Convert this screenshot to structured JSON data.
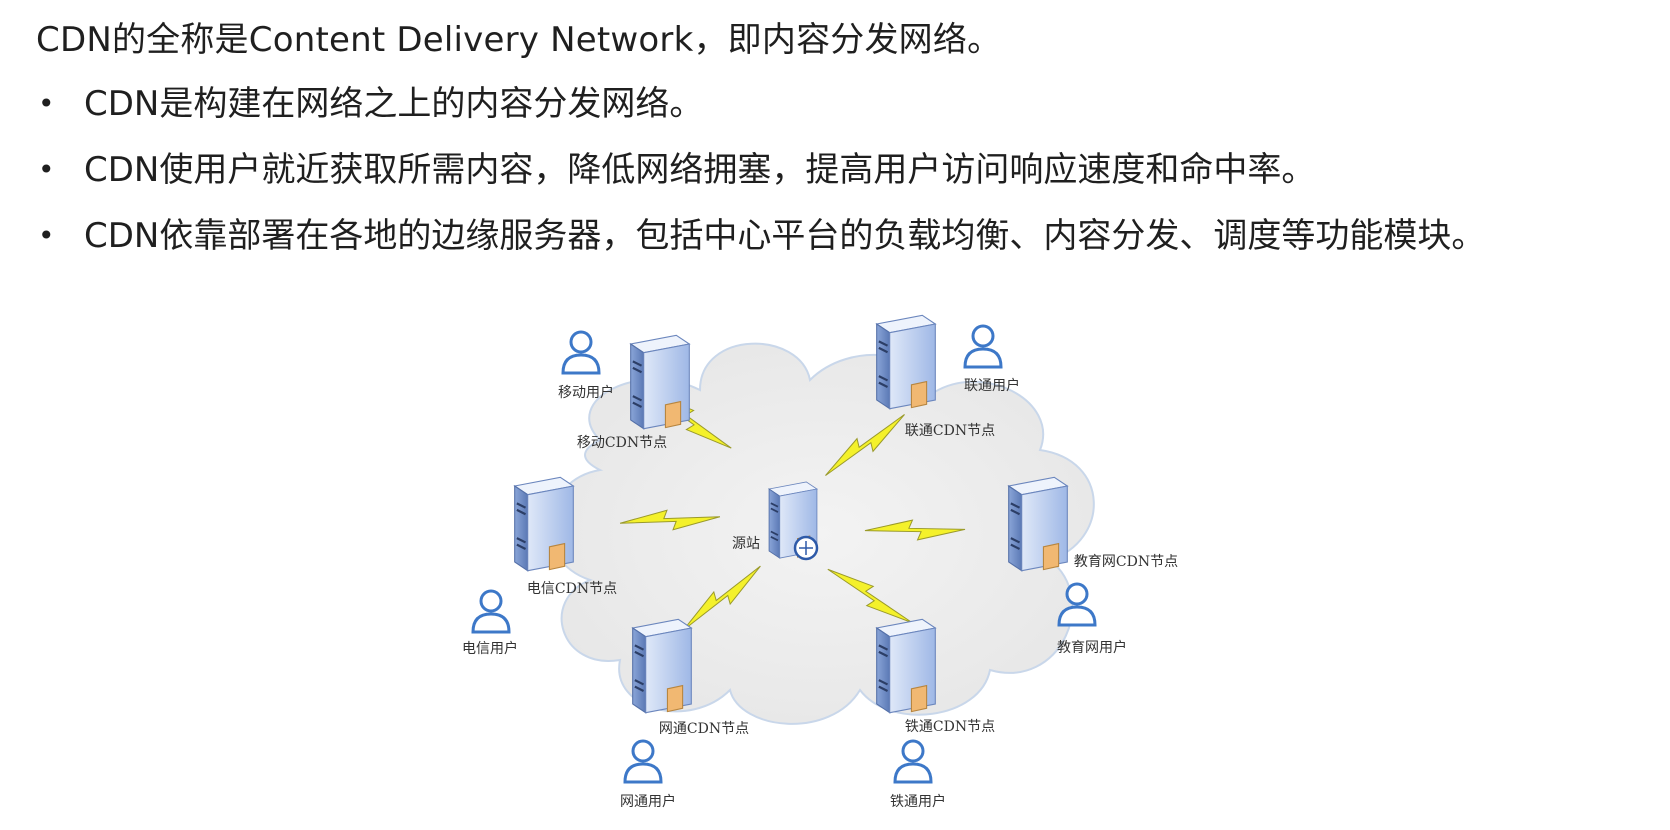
{
  "heading": "CDN的全称是Content Delivery Network，即内容分发网络。",
  "bullets": [
    "CDN是构建在网络之上的内容分发网络。",
    "CDN使用户就近获取所需内容，降低网络拥塞，提高用户访问响应速度和命中率。",
    "CDN依靠部署在各地的边缘服务器，包括中心平台的负载均衡、内容分发、调度等功能模块。"
  ],
  "diagram": {
    "origin_label": "源站",
    "nodes": [
      {
        "id": "mobile",
        "node_label": "移动CDN节点",
        "user_label": "移动用户"
      },
      {
        "id": "unicom",
        "node_label": "联通CDN节点",
        "user_label": "联通用户"
      },
      {
        "id": "telecom",
        "node_label": "电信CDN节点",
        "user_label": "电信用户"
      },
      {
        "id": "edu",
        "node_label": "教育网CDN节点",
        "user_label": "教育网用户"
      },
      {
        "id": "netcom",
        "node_label": "网通CDN节点",
        "user_label": "网通用户"
      },
      {
        "id": "rail",
        "node_label": "铁通CDN节点",
        "user_label": "铁通用户"
      }
    ]
  },
  "colors": {
    "cloud_fill": "#ececec",
    "cloud_stroke": "#c9d7ea",
    "server_front": "#b8cdef",
    "server_side": "#6f8fc9",
    "bolt": "#f2ef2a",
    "user_stroke": "#3d78c8"
  }
}
